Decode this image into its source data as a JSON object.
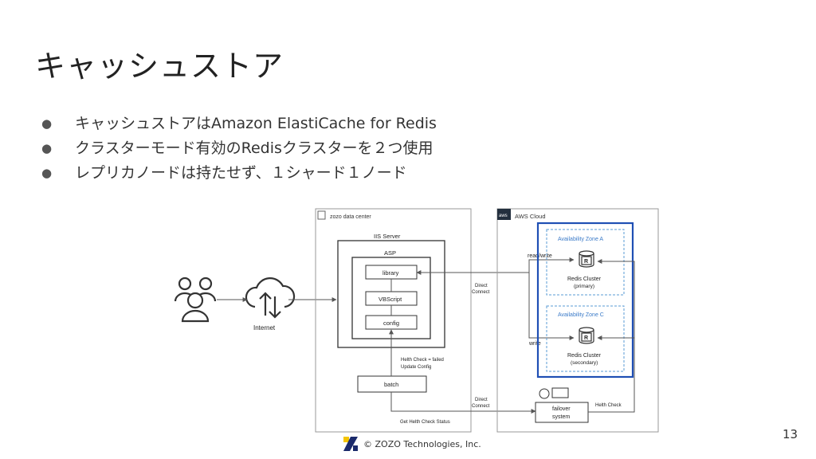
{
  "slide": {
    "title": "キャッシュストア",
    "bullets": [
      "キャッシュストアはAmazon ElastiCache for Redis",
      "クラスターモード有効のRedisクラスターを２つ使用",
      "レプリカノードは持たせず、１シャード１ノード"
    ],
    "page_number": "13",
    "copyright": "© ZOZO Technologies, Inc."
  },
  "diagram": {
    "zozo_dc_label": "zozo data center",
    "aws_cloud_label": "AWS Cloud",
    "aws_logo_text": "aws",
    "iis_server_label": "IIS Server",
    "asp_label": "ASP",
    "library_label": "library",
    "vbscript_label": "VBScript",
    "config_label": "config",
    "batch_label": "batch",
    "internet_label": "Internet",
    "direct_connect_1": [
      "Direct",
      "Connect"
    ],
    "direct_connect_2": [
      "Direct",
      "Connect"
    ],
    "health_check_note": [
      "Helth Check = failed",
      "Update Config"
    ],
    "get_health_status": "Get Helth Check Status",
    "read_write_label": "read/write",
    "write_label": "write",
    "az_a_label": "Availability Zone A",
    "az_c_label": "Availability Zone C",
    "redis_primary": [
      "Redis Cluster",
      "(primary)"
    ],
    "redis_secondary": [
      "Redis Cluster",
      "(secondary)"
    ],
    "failover_system": [
      "failover",
      "system"
    ],
    "health_check_label": "Helth Check",
    "redis_icon_letter": "R"
  },
  "colors": {
    "az_box_blue": "#1f4fb4",
    "az_dashed_blue": "#5a9bd5",
    "line_gray": "#555555",
    "logo_yellow": "#f5c400",
    "logo_navy": "#1b2a6b"
  }
}
